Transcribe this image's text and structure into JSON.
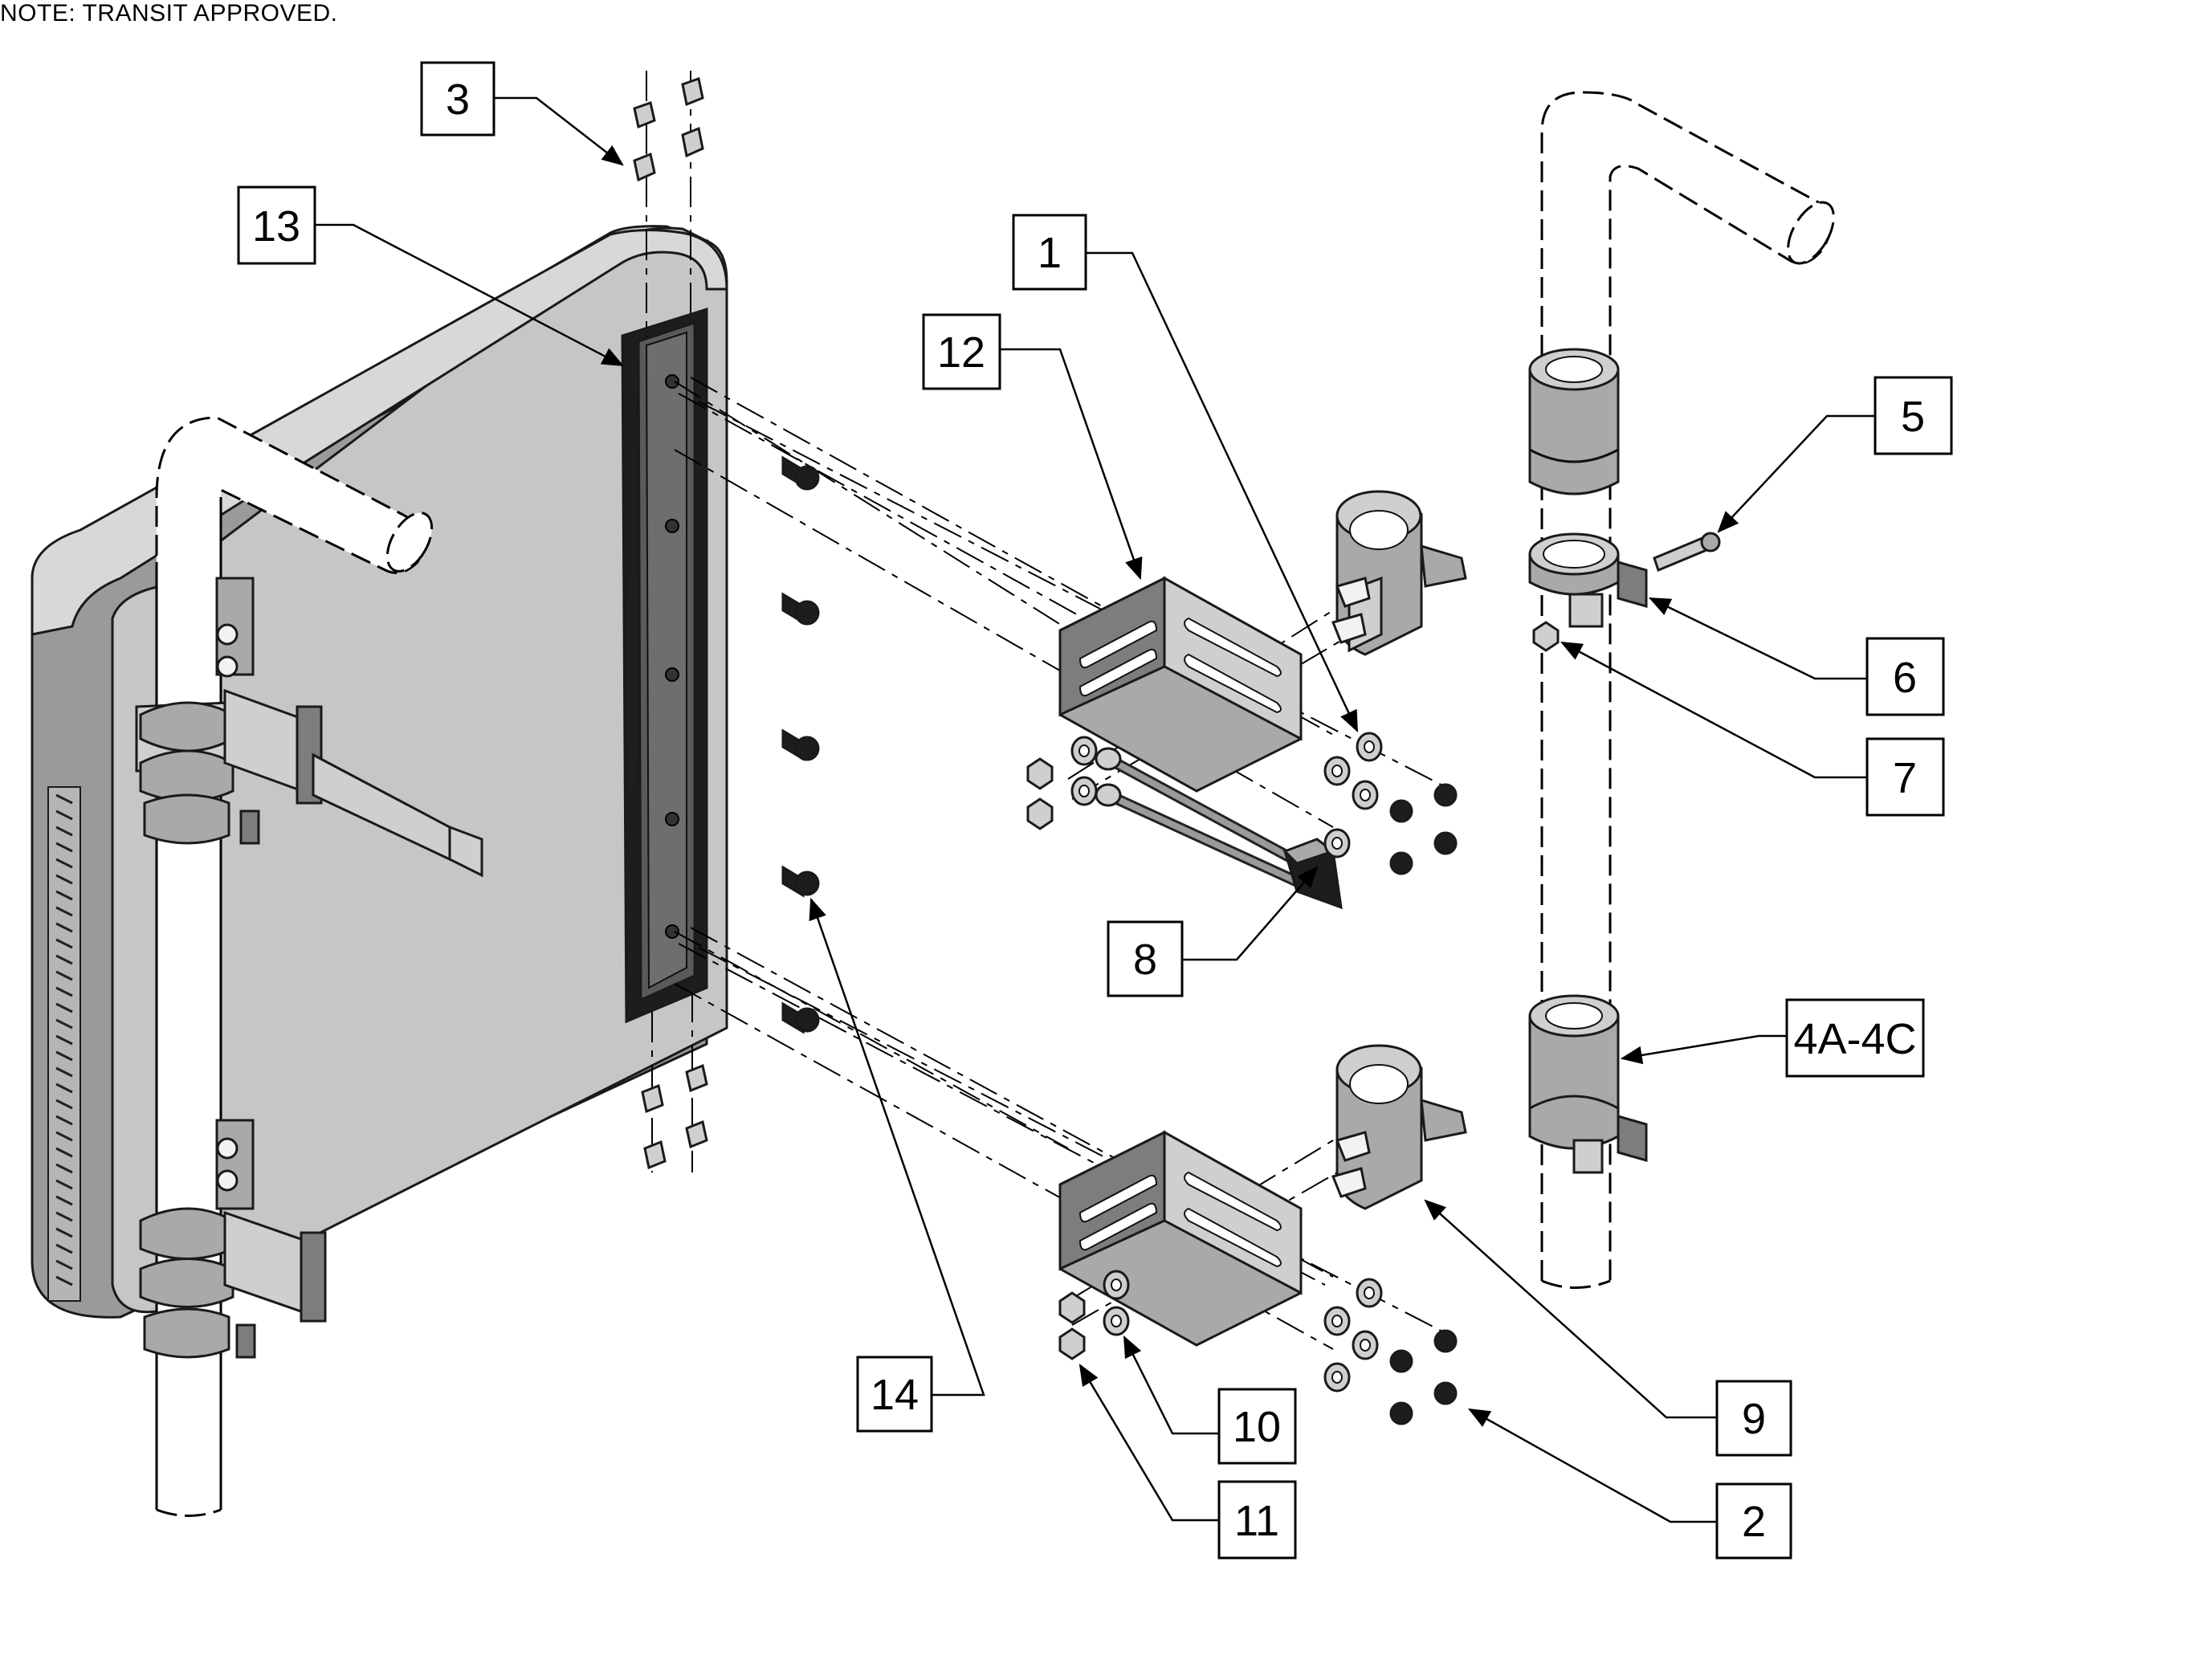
{
  "note": "NOTE: TRANSIT APPROVED.",
  "callouts": {
    "c1": "1",
    "c2": "2",
    "c3": "3",
    "c4": "4A-4C",
    "c5": "5",
    "c6": "6",
    "c7": "7",
    "c8": "8",
    "c9": "9",
    "c10": "10",
    "c11": "11",
    "c12": "12",
    "c13": "13",
    "c14": "14"
  },
  "colors": {
    "case": "#c6c6c6",
    "metal": "#a9a9a9",
    "outline": "#1a1a1a"
  }
}
